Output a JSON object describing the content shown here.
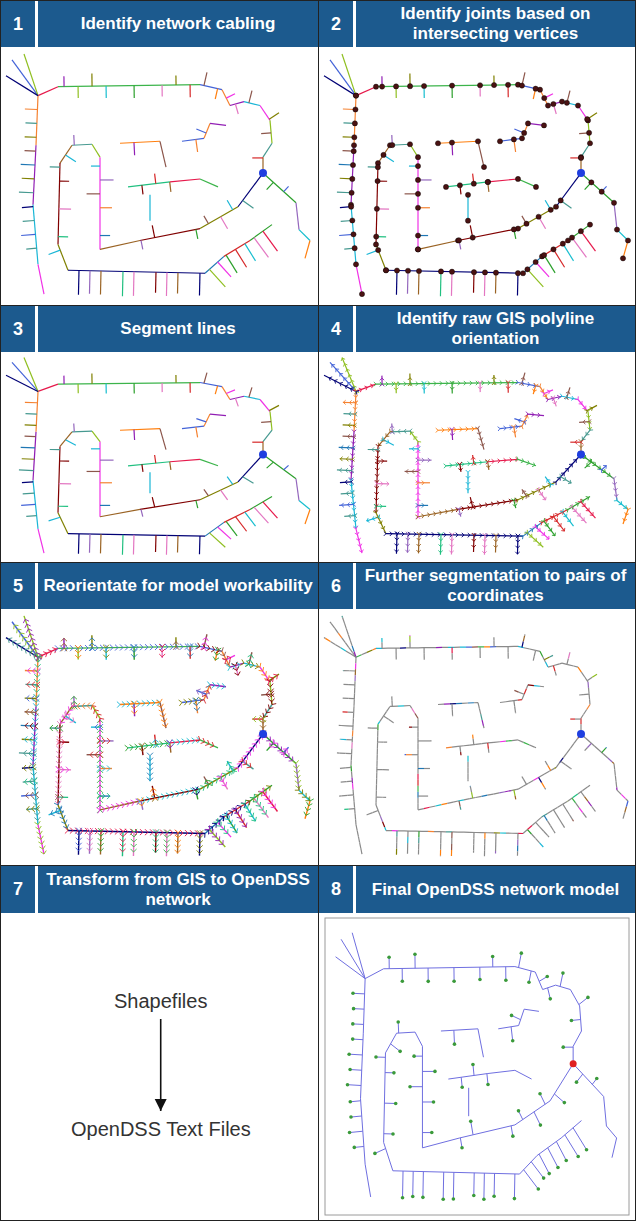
{
  "diagram": {
    "nodes": [
      {
        "text": [
          "1",
          "Identify network cabling"
        ]
      },
      {
        "text": [
          "2",
          "Identify joints based on intersecting vertices"
        ]
      },
      {
        "text": [
          "3",
          "Segment lines"
        ]
      },
      {
        "text": [
          "4",
          "Identify raw GIS polyline orientation"
        ]
      },
      {
        "text": [
          "5",
          "Reorientate for model workability"
        ]
      },
      {
        "text": [
          "6",
          "Further segmentation to pairs of coordinates"
        ]
      },
      {
        "text": [
          "7",
          "Transform from GIS to OpenDSS network"
        ]
      },
      {
        "text": [
          "Shapefiles"
        ],
        "in": 6
      },
      {
        "text": [
          "OpenDSS Text Files"
        ],
        "in": 6
      },
      {
        "text": [
          "8",
          "Final OpenDSS network model"
        ]
      }
    ],
    "edges": [
      {
        "from": 7,
        "to": 8,
        "arrow": "to"
      }
    ]
  }
}
